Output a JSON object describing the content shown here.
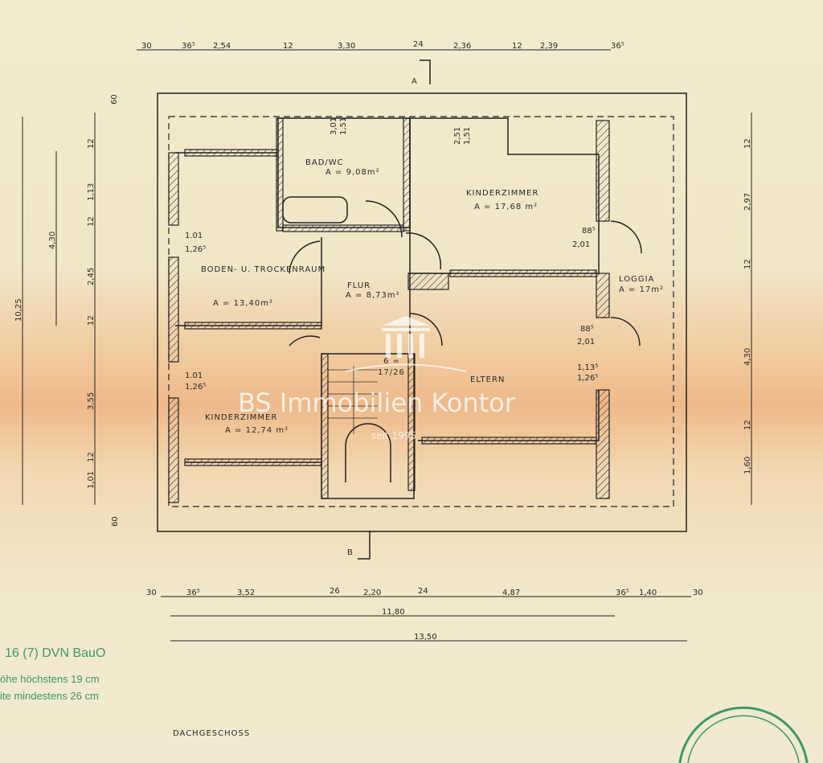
{
  "plan": {
    "title": "DACHGESCHOSS",
    "section_marks": [
      "A",
      "B"
    ],
    "rooms": [
      {
        "name": "BAD/WC",
        "area": "A = 9,08m²"
      },
      {
        "name": "KINDERZIMMER",
        "area": "A = 17,68 m²"
      },
      {
        "name": "BODEN- U. TROCKENRAUM",
        "area": "A = 13,40m²"
      },
      {
        "name": "FLUR",
        "area": "A = 8,73m²"
      },
      {
        "name": "LOGGIA",
        "area": "A = 17m²"
      },
      {
        "name": "ELTERN",
        "area": ""
      },
      {
        "name": "KINDERZIMMER",
        "area": "A = 12,74 m²"
      }
    ],
    "stair_note": [
      "6 =",
      "17/26"
    ],
    "openings": [
      {
        "top": "3,01",
        "bottom": "1,51"
      },
      {
        "top": "2,51",
        "bottom": "1,51"
      },
      {
        "top": "1.01",
        "bottom": "1,26⁵"
      },
      {
        "top": "88⁵",
        "bottom": "2,01"
      },
      {
        "top": "88⁵",
        "bottom": "2,01"
      },
      {
        "top": "1,13⁵",
        "bottom": "1,26⁵"
      },
      {
        "top": "1.01",
        "bottom": "1,26⁵"
      }
    ],
    "dims_top": [
      "30",
      "36⁵",
      "2,54",
      "12",
      "3,30",
      "24",
      "2,36",
      "12",
      "2,39",
      "36⁵"
    ],
    "dims_bottom": [
      "30",
      "36⁵",
      "3,52",
      "26",
      "2,20",
      "24",
      "4,87",
      "36⁵",
      "1,40",
      "30"
    ],
    "dims_bottom_totals": [
      "11,80",
      "13,50"
    ],
    "dims_left": [
      "60",
      "12",
      "1,13",
      "12",
      "2,45",
      "12",
      "3,55",
      "12",
      "1,01",
      "60"
    ],
    "dims_left_totals": [
      "4,30",
      "10,25"
    ],
    "dims_right": [
      "12",
      "2,97",
      "12",
      "4,30",
      "12",
      "1,60"
    ]
  },
  "regulation": {
    "line1": "16 (7) DVN BauO",
    "line2": "öhe höchstens 19 cm",
    "line3": "ite mindestens 26 cm"
  },
  "watermark": {
    "brand": "BS Immobilien Kontor",
    "since": "seit 1995"
  }
}
